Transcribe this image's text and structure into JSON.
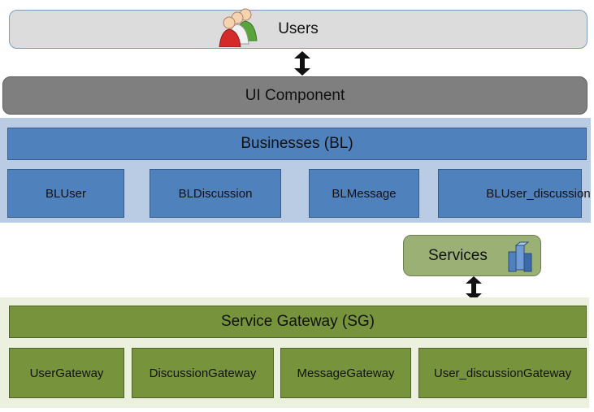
{
  "users": {
    "label": "Users",
    "icon": "users-group-icon"
  },
  "ui_component": {
    "label": "UI Component"
  },
  "business_layer": {
    "label": "Businesses (BL)",
    "items": [
      {
        "label": "BLUser"
      },
      {
        "label": "BLDiscussion"
      },
      {
        "label": "BLMessage"
      },
      {
        "label": "BLUser_discussion"
      }
    ]
  },
  "services": {
    "label": "Services",
    "icon": "server-cubes-icon"
  },
  "service_gateway": {
    "label": "Service Gateway (SG)",
    "items": [
      {
        "label": "UserGateway"
      },
      {
        "label": "DiscussionGateway"
      },
      {
        "label": "MessageGateway"
      },
      {
        "label": "User_discussionGateway"
      }
    ]
  },
  "colors": {
    "users_fill": "#dcdcdc",
    "ui_fill": "#7f7f7f",
    "bl_section": "#b9cce4",
    "bl_fill": "#4f81bd",
    "services_fill": "#9bb075",
    "sg_section": "#ebf1de",
    "sg_fill": "#77933c"
  }
}
